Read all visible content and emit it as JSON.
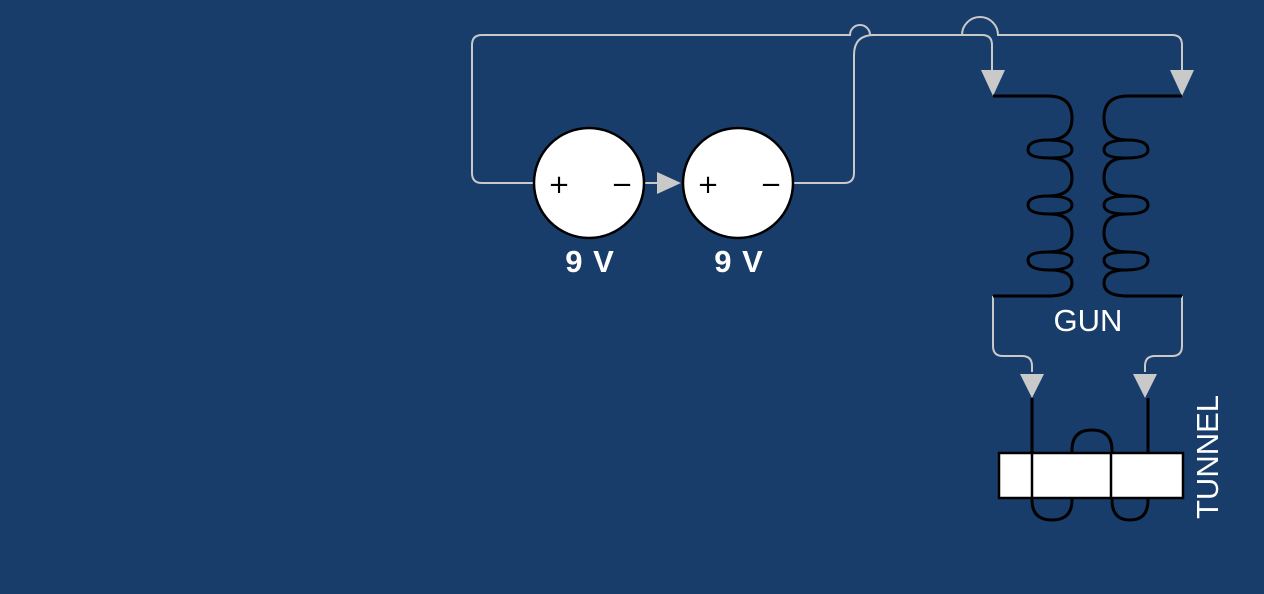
{
  "diagram": {
    "batteries": [
      {
        "plus": "+",
        "minus": "−",
        "label": "9 V"
      },
      {
        "plus": "+",
        "minus": "−",
        "label": "9 V"
      }
    ],
    "gun_label": "GUN",
    "tunnel_label": "TUNNEL"
  },
  "colors": {
    "background": "#193d6b",
    "wire": "#c9c9c9",
    "coil": "#000000",
    "battery_fill": "#ffffff",
    "label": "#ffffff"
  }
}
